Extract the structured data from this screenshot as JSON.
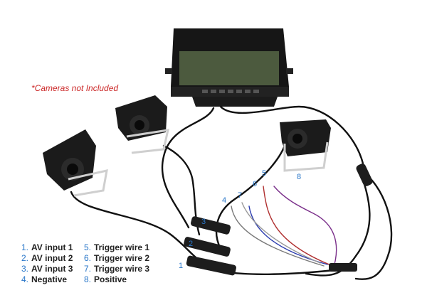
{
  "note": "*Cameras not Included",
  "callouts": [
    "1",
    "2",
    "3",
    "4",
    "5",
    "6",
    "7",
    "8"
  ],
  "legend": [
    {
      "num": "1.",
      "label": "AV input 1"
    },
    {
      "num": "5.",
      "label": "Trigger wire 1"
    },
    {
      "num": "2.",
      "label": "AV input 2"
    },
    {
      "num": "6.",
      "label": "Trigger wire 2"
    },
    {
      "num": "3.",
      "label": "AV input 3"
    },
    {
      "num": "7.",
      "label": "Trigger wire 3"
    },
    {
      "num": "4.",
      "label": "Negative"
    },
    {
      "num": "8.",
      "label": "Positive"
    }
  ],
  "colors": {
    "accent_blue": "#2a77c9",
    "note_red": "#cc2a2a",
    "cable": "#111111",
    "device_body": "#1b1b1b",
    "screen": "#4c5a3e"
  }
}
